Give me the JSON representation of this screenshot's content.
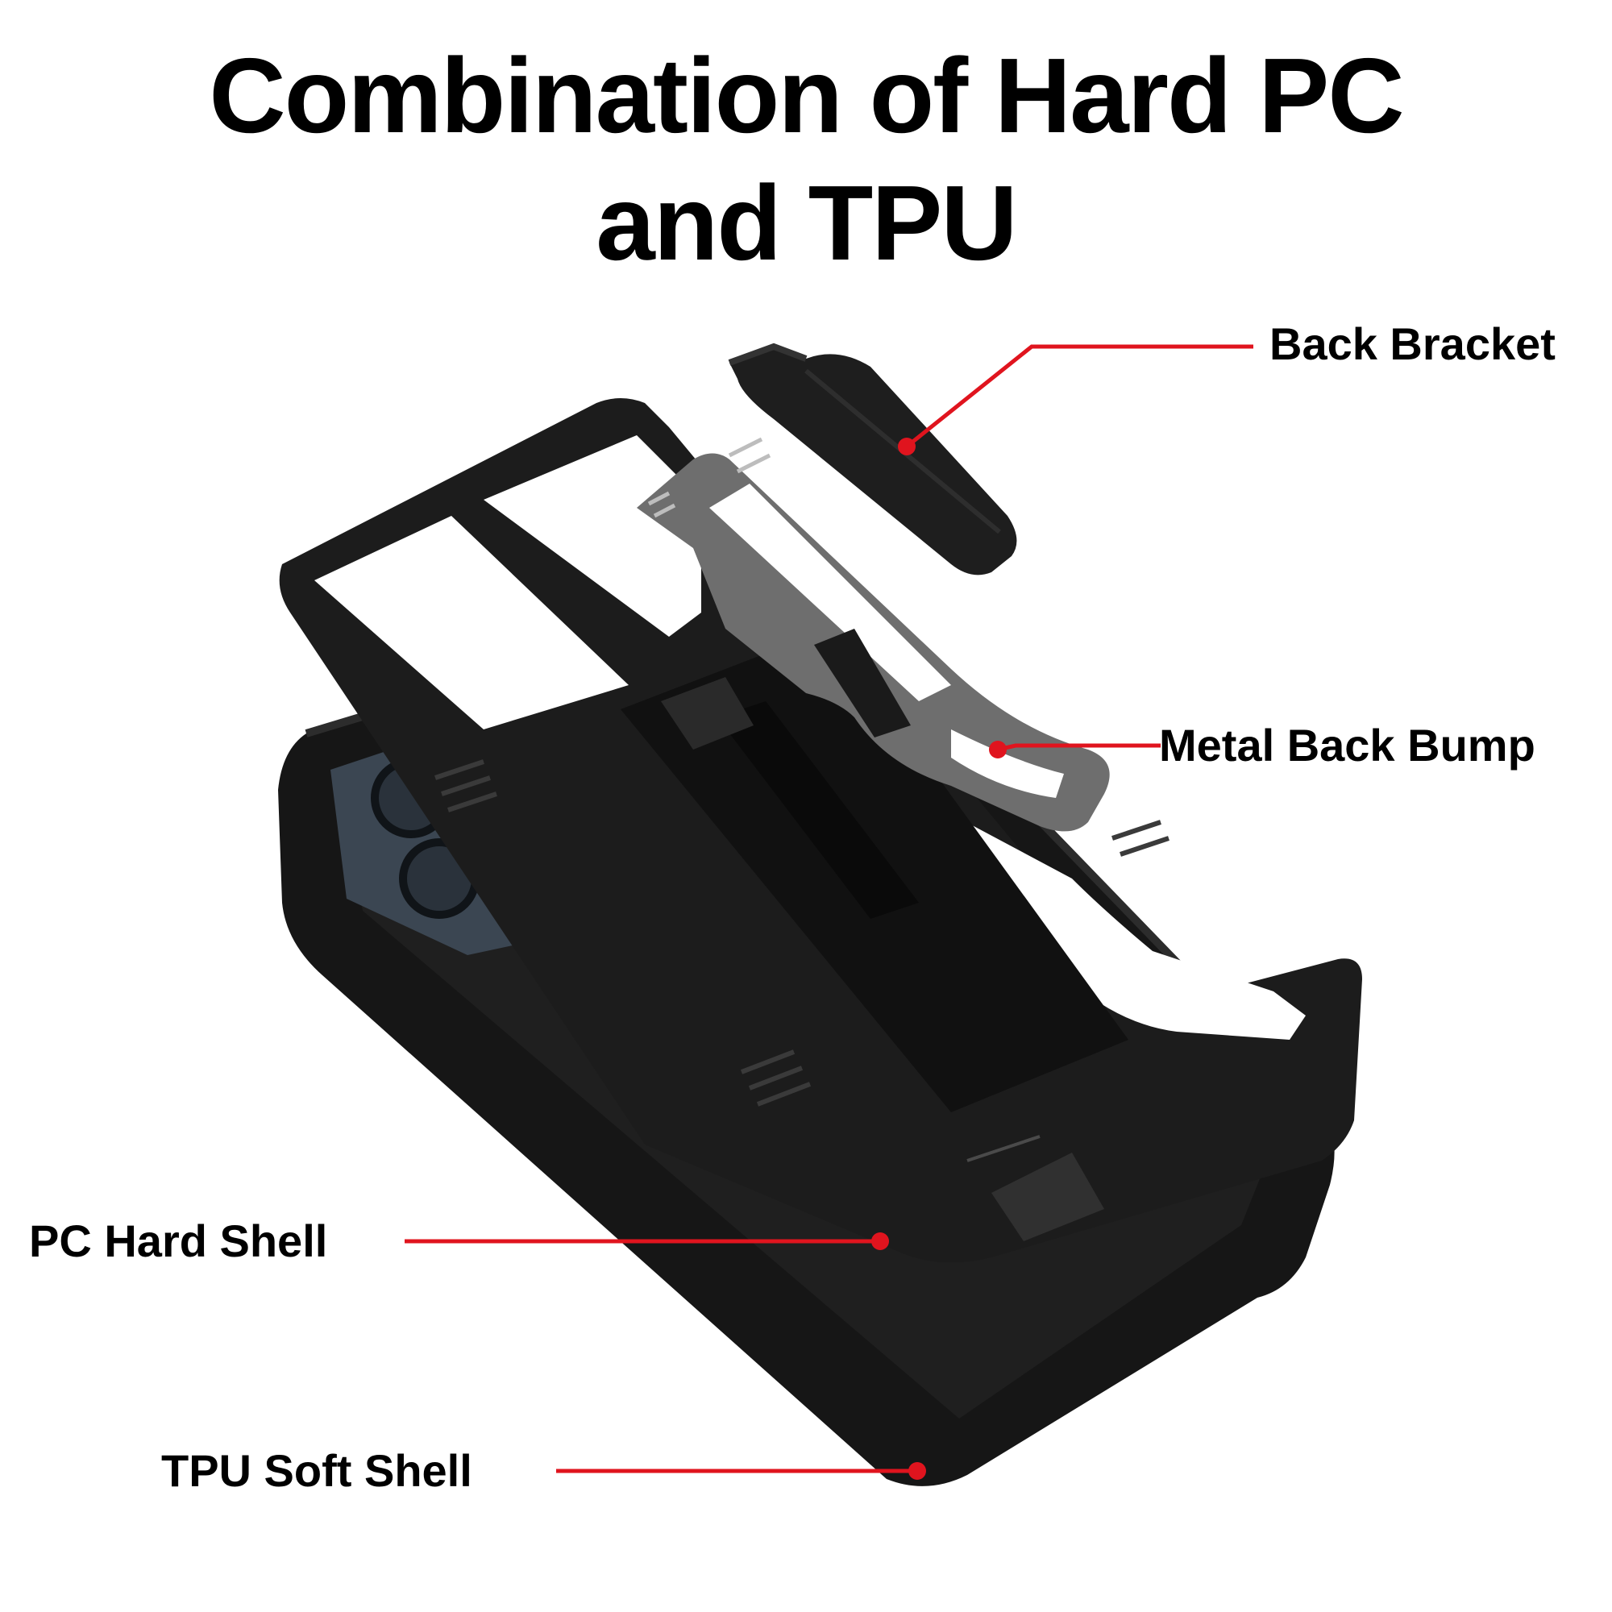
{
  "headline": {
    "line1": "Combination of Hard PC",
    "line2": "and TPU"
  },
  "callouts": {
    "back_bracket": "Back Bracket",
    "metal_back_bump": "Metal Back Bump",
    "pc_hard_shell": "PC Hard Shell",
    "tpu_soft_shell": "TPU Soft Shell"
  },
  "colors": {
    "leader_line": "#e0141e",
    "case_black": "#1a1a1a",
    "metal_grey": "#6e6e6e",
    "camera_glass": "#3b4652"
  }
}
